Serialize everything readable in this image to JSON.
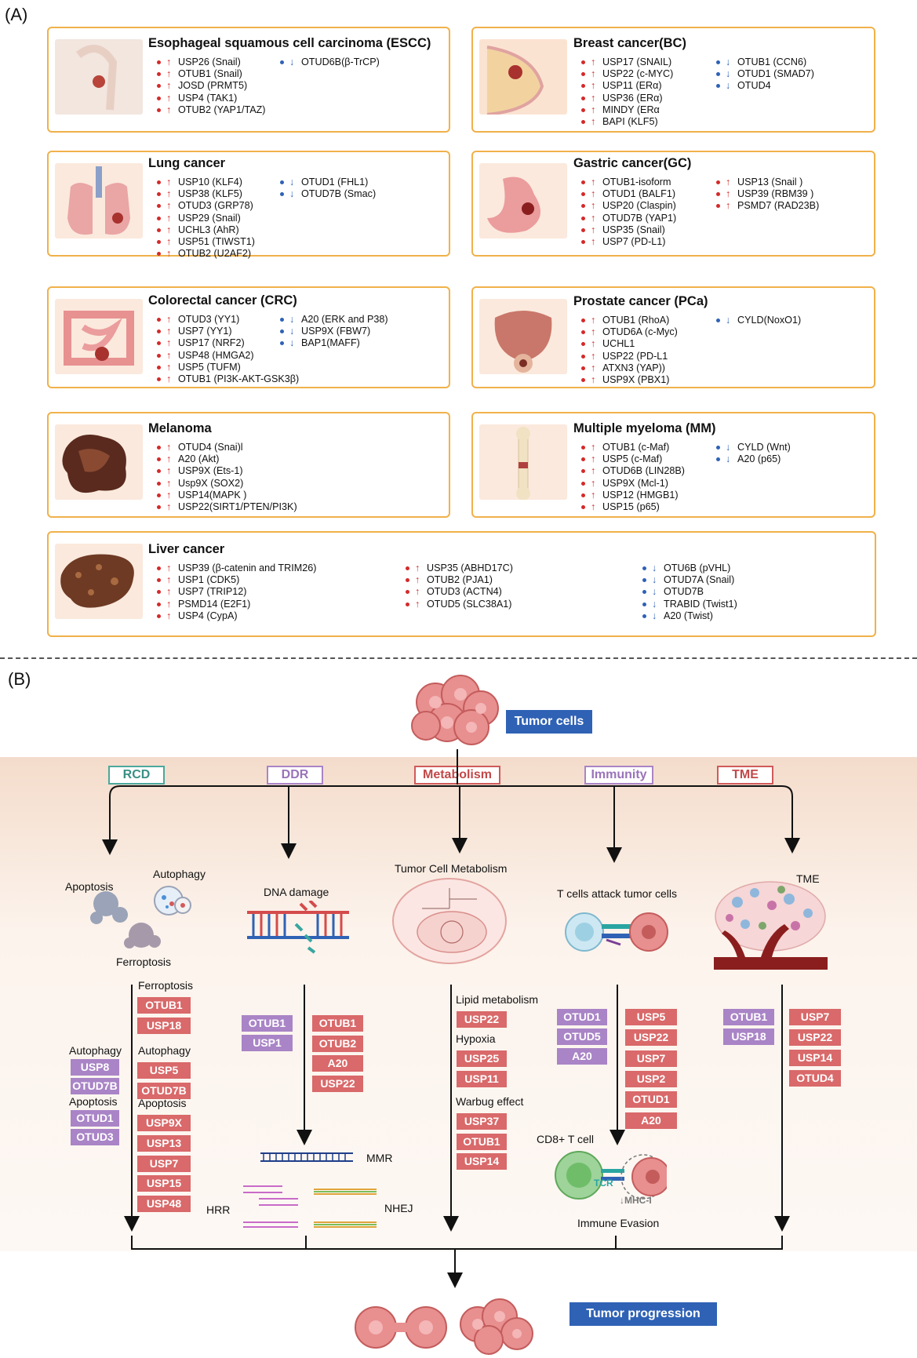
{
  "panel_a": {
    "label": "(A)",
    "cards": [
      {
        "title": "Esophageal squamous cell carcinoma (ESCC)",
        "col1": [
          [
            "up",
            "USP26 (Snail)"
          ],
          [
            "up",
            "OTUB1 (Snail)"
          ],
          [
            "up",
            "JOSD (PRMT5)"
          ],
          [
            "up",
            "USP4 (TAK1)"
          ],
          [
            "up",
            "OTUB2 (YAP1/TAZ)"
          ]
        ],
        "col2": [
          [
            "down",
            "OTUD6B(β-TrCP)"
          ]
        ]
      },
      {
        "title": "Breast cancer(BC)",
        "col1": [
          [
            "up",
            "USP17 (SNAIL)"
          ],
          [
            "up",
            "USP22 (c-MYC)"
          ],
          [
            "up",
            "USP11 (ERα)"
          ],
          [
            "up",
            "USP36 (ERα)"
          ],
          [
            "up",
            "MINDY (ERα"
          ],
          [
            "up",
            "BAPI (KLF5)"
          ]
        ],
        "col2": [
          [
            "down",
            "OTUB1 (CCN6)"
          ],
          [
            "down",
            "OTUD1 (SMAD7)"
          ],
          [
            "down",
            "OTUD4"
          ]
        ]
      },
      {
        "title": "Lung cancer",
        "col1": [
          [
            "up",
            "USP10 (KLF4)"
          ],
          [
            "up",
            "USP38 (KLF5)"
          ],
          [
            "up",
            "OTUD3 (GRP78)"
          ],
          [
            "up",
            "USP29 (Snail)"
          ],
          [
            "up",
            "UCHL3 (AhR)"
          ],
          [
            "up",
            "USP51 (TIWST1)"
          ],
          [
            "up",
            "OTUB2 (U2AF2)"
          ]
        ],
        "col2": [
          [
            "down",
            "OTUD1 (FHL1)"
          ],
          [
            "down",
            "OTUD7B (Smac)"
          ]
        ]
      },
      {
        "title": "Gastric cancer(GC)",
        "col1": [
          [
            "up",
            "OTUB1-isoform"
          ],
          [
            "up",
            "OTUD1 (BALF1)"
          ],
          [
            "up",
            "USP20 (Claspin)"
          ],
          [
            "up",
            "OTUD7B (YAP1)"
          ],
          [
            "up",
            "USP35 (Snail)"
          ],
          [
            "up",
            "USP7 (PD-L1)"
          ]
        ],
        "col2": [
          [
            "up",
            "USP13 (Snail )"
          ],
          [
            "up",
            "USP39 (RBM39 )"
          ],
          [
            "up",
            "PSMD7 (RAD23B)"
          ]
        ]
      },
      {
        "title": "Colorectal cancer (CRC)",
        "col1": [
          [
            "up",
            "OTUD3 (YY1)"
          ],
          [
            "up",
            "USP7 (YY1)"
          ],
          [
            "up",
            "USP17 (NRF2)"
          ],
          [
            "up",
            "USP48 (HMGA2)"
          ],
          [
            "up",
            "USP5 (TUFM)"
          ],
          [
            "up",
            "OTUB1 (PI3K-AKT-GSK3β)"
          ]
        ],
        "col2": [
          [
            "down",
            "A20 (ERK and P38)"
          ],
          [
            "down",
            "USP9X (FBW7)"
          ],
          [
            "down",
            "BAP1(MAFF)"
          ]
        ]
      },
      {
        "title": "Prostate cancer (PCa)",
        "col1": [
          [
            "up",
            "OTUB1 (RhoA)"
          ],
          [
            "up",
            "OTUD6A (c-Myc)"
          ],
          [
            "up",
            "UCHL1"
          ],
          [
            "up",
            "USP22 (PD-L1"
          ],
          [
            "up",
            "ATXN3 (YAP))"
          ],
          [
            "up",
            "USP9X (PBX1)"
          ]
        ],
        "col2": [
          [
            "down",
            "CYLD(NoxO1)"
          ]
        ]
      },
      {
        "title": "Melanoma",
        "col1": [
          [
            "up",
            "OTUD4 (Snai)l"
          ],
          [
            "up",
            "A20 (Akt)"
          ],
          [
            "up",
            "USP9X (Ets-1)"
          ],
          [
            "up",
            "Usp9X (SOX2)"
          ],
          [
            "up",
            "USP14(MAPK )"
          ],
          [
            "up",
            "USP22(SIRT1/PTEN/PI3K)"
          ]
        ],
        "col2": []
      },
      {
        "title": "Multiple myeloma (MM)",
        "col1": [
          [
            "up",
            "OTUB1 (c-Maf)"
          ],
          [
            "up",
            "USP5 (c-Maf)"
          ],
          [
            "up",
            "OTUD6B (LIN28B)"
          ],
          [
            "up",
            "USP9X (Mcl-1)"
          ],
          [
            "up",
            "USP12 (HMGB1)"
          ],
          [
            "up",
            "USP15 (p65)"
          ]
        ],
        "col2": [
          [
            "down",
            "CYLD (Wnt)"
          ],
          [
            "down",
            "A20 (p65)"
          ]
        ]
      },
      {
        "title": "Liver cancer",
        "col1": [
          [
            "up",
            "USP39 (β-catenin and TRIM26)"
          ],
          [
            "up",
            "USP1 (CDK5)"
          ],
          [
            "up",
            "USP7 (TRIP12)"
          ],
          [
            "up",
            "PSMD14 (E2F1)"
          ],
          [
            "up",
            "USP4 (CypA)"
          ]
        ],
        "col2": [
          [
            "up",
            "USP35 (ABHD17C)"
          ],
          [
            "up",
            "OTUB2 (PJA1)"
          ],
          [
            "up",
            "OTUD3 (ACTN4)"
          ],
          [
            "up",
            "OTUD5 (SLC38A1)"
          ]
        ],
        "col3": [
          [
            "down",
            "OTU6B (pVHL)"
          ],
          [
            "down",
            "OTUD7A (Snail)"
          ],
          [
            "down",
            "OTUD7B"
          ],
          [
            "down",
            "TRABID (Twist1)"
          ],
          [
            "down",
            "A20 (Twist)"
          ]
        ]
      }
    ]
  },
  "panel_b": {
    "label": "(B)",
    "tumor_cells": "Tumor cells",
    "tumor_progression": "Tumor progression",
    "categories": [
      "RCD",
      "DDR",
      "Metabolism",
      "Immunity",
      "TME"
    ],
    "colors": {
      "RCD": "#4aa89d",
      "DDR": "#a984c6",
      "Metabolism": "#d05a5a",
      "Immunity": "#a984c6",
      "TME": "#d05a5a",
      "red_tag": "#d9696a",
      "purple_tag": "#a984c6",
      "blue_box": "#2f62b5"
    },
    "rcd": {
      "apoptosis": "Apoptosis",
      "autophagy": "Autophagy",
      "ferroptosis": "Ferroptosis",
      "left_groups": [
        {
          "label": "Autophagy",
          "tags": [
            "USP8",
            "OTUD7B"
          ]
        },
        {
          "label": "Apoptosis",
          "tags": [
            "OTUD1",
            "OTUD3"
          ]
        }
      ],
      "right_groups": [
        {
          "label": "Ferroptosis",
          "tags": [
            "OTUB1",
            "USP18"
          ]
        },
        {
          "label": "Autophagy",
          "tags": [
            "USP5",
            "OTUD7B"
          ]
        },
        {
          "label": "Apoptosis",
          "tags": [
            "USP9X",
            "USP13",
            "USP7",
            "USP15",
            "USP48"
          ]
        }
      ]
    },
    "ddr": {
      "title": "DNA damage",
      "purple": [
        "OTUB1",
        "USP1"
      ],
      "red": [
        "OTUB1",
        "OTUB2",
        "A20",
        "USP22"
      ],
      "mmr": "MMR",
      "hrr": "HRR",
      "nhej": "NHEJ"
    },
    "metabolism": {
      "title": "Tumor Cell Metabolism",
      "groups": [
        {
          "label": "Lipid metabolism",
          "tags": [
            "USP22"
          ]
        },
        {
          "label": "Hypoxia",
          "tags": [
            "USP25",
            "USP11"
          ]
        },
        {
          "label": "Warbug effect",
          "tags": [
            "USP37",
            "OTUB1",
            "USP14"
          ]
        }
      ]
    },
    "immunity": {
      "title": "T cells attack tumor cells",
      "purple": [
        "OTUD1",
        "OTUD5",
        "A20"
      ],
      "red": [
        "USP5",
        "USP22",
        "USP7",
        "USP2",
        "OTUD1",
        "A20"
      ],
      "cd8": "CD8+ T cell",
      "tcr": "TCR",
      "mhc": "↓MHC-I",
      "evasion": "Immune Evasion"
    },
    "tme": {
      "title": "TME",
      "purple": [
        "OTUB1",
        "USP18"
      ],
      "red": [
        "USP7",
        "USP22",
        "USP14",
        "OTUD4"
      ]
    }
  }
}
